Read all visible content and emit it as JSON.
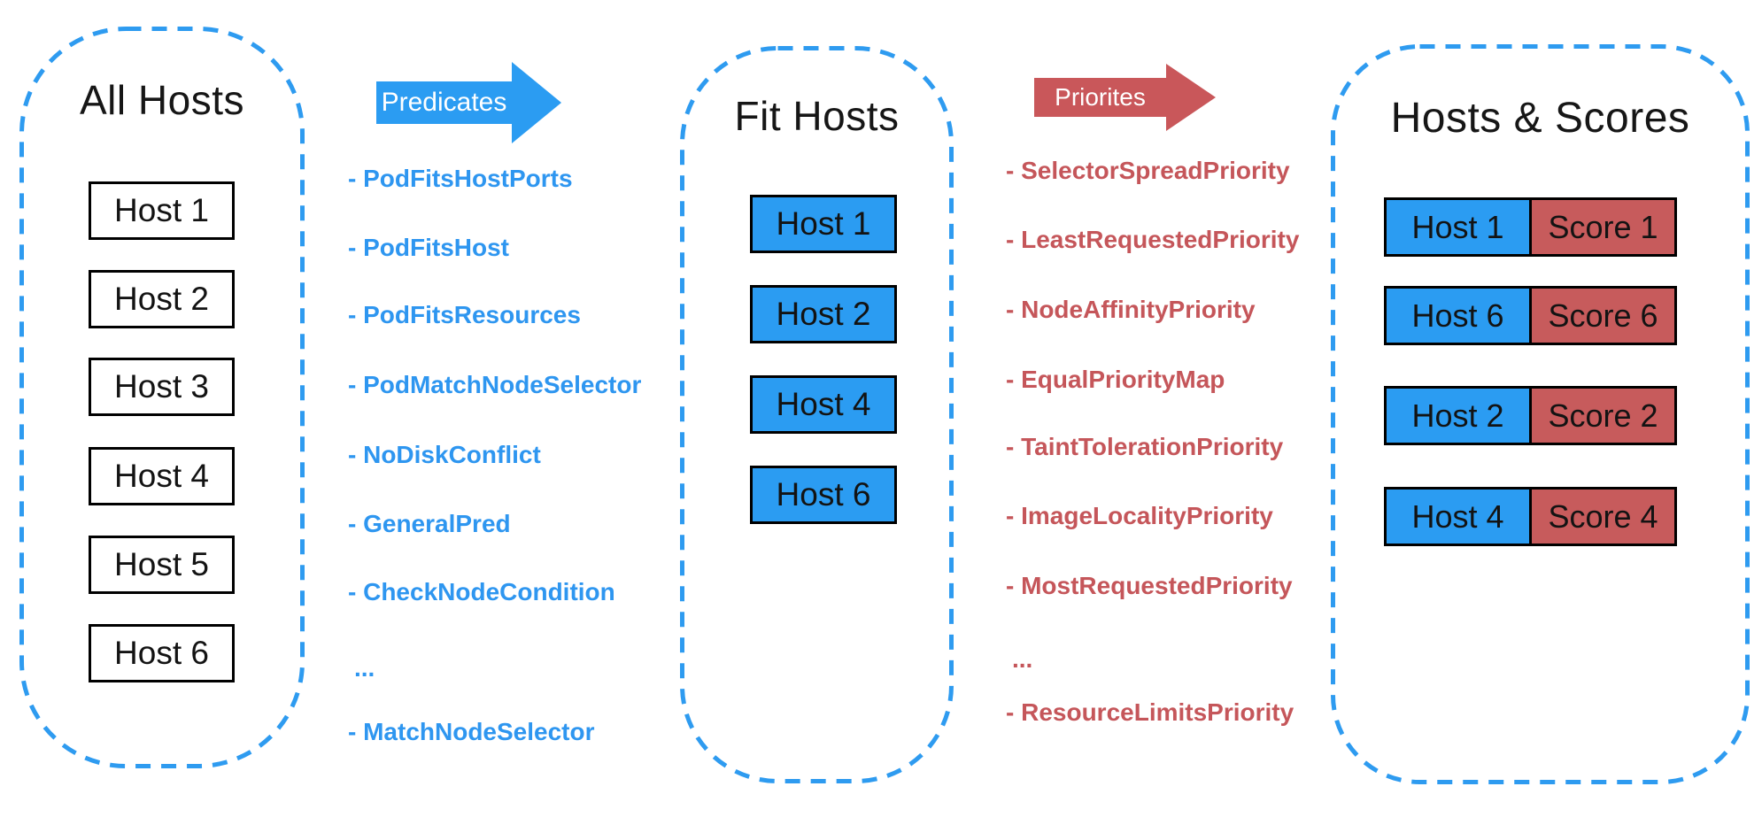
{
  "diagram": {
    "all_hosts": {
      "title": "All Hosts",
      "hosts": [
        "Host 1",
        "Host 2",
        "Host 3",
        "Host 4",
        "Host 5",
        "Host 6"
      ]
    },
    "predicates": {
      "arrow_label": "Predicates",
      "items": [
        "- PodFitsHostPorts",
        "- PodFitsHost",
        "- PodFitsResources",
        "- PodMatchNodeSelector",
        "- NoDiskConflict",
        "- GeneralPred",
        "- CheckNodeCondition",
        "...",
        "- MatchNodeSelector"
      ]
    },
    "fit_hosts": {
      "title": "Fit Hosts",
      "hosts": [
        "Host 1",
        "Host 2",
        "Host 4",
        "Host 6"
      ]
    },
    "priorities": {
      "arrow_label": "Priorites",
      "items": [
        "- SelectorSpreadPriority",
        "- LeastRequestedPriority",
        "- NodeAffinityPriority",
        "- EqualPriorityMap",
        "- TaintTolerationPriority",
        "- ImageLocalityPriority",
        "- MostRequestedPriority",
        "...",
        "- ResourceLimitsPriority"
      ]
    },
    "hosts_scores": {
      "title": "Hosts & Scores",
      "rows": [
        {
          "host": "Host 1",
          "score": "Score 1"
        },
        {
          "host": "Host 6",
          "score": "Score 6"
        },
        {
          "host": "Host 2",
          "score": "Score 2"
        },
        {
          "host": "Host 4",
          "score": "Score 4"
        }
      ]
    },
    "colors": {
      "blue": "#2B9CF2",
      "blue_text": "#2E96F0",
      "dash_blue": "#2E9BF0",
      "red": "#C9575A",
      "red_fill": "#C75B5C",
      "red_text": "#C5565A"
    }
  }
}
